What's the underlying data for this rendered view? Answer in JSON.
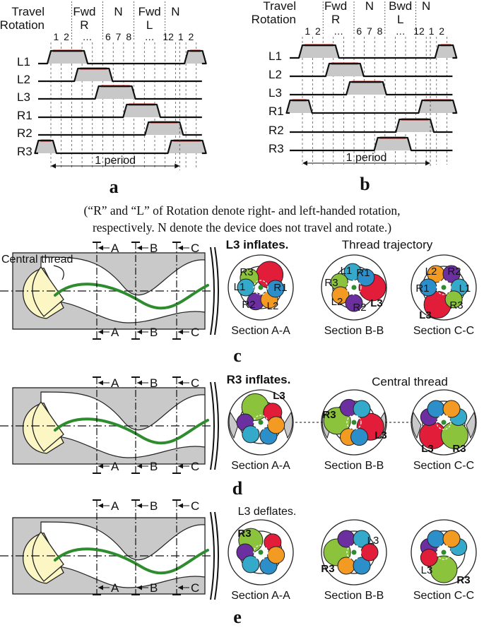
{
  "panel_a": {
    "header": {
      "travel_label": "Travel",
      "rotation_label": "Rotation",
      "phases": [
        {
          "travel": "Fwd",
          "rotation": "R"
        },
        {
          "travel": "N",
          "rotation": ""
        },
        {
          "travel": "Fwd",
          "rotation": "L"
        },
        {
          "travel": "N",
          "rotation": ""
        }
      ]
    },
    "steps": [
      "1",
      "2",
      "…",
      "6",
      "7",
      "8",
      "…",
      "12",
      "1",
      "2"
    ],
    "rows": [
      "L1",
      "L2",
      "L3",
      "R1",
      "R2",
      "R3"
    ],
    "period_label": "1 period",
    "panel_label": "a"
  },
  "panel_b": {
    "header": {
      "travel_label": "Travel",
      "rotation_label": "Rotation",
      "phases": [
        {
          "travel": "Fwd",
          "rotation": "R"
        },
        {
          "travel": "N",
          "rotation": ""
        },
        {
          "travel": "Bwd",
          "rotation": "L"
        },
        {
          "travel": "N",
          "rotation": ""
        }
      ]
    },
    "steps": [
      "1",
      "2",
      "…",
      "6",
      "7",
      "8",
      "…",
      "12",
      "1",
      "2"
    ],
    "rows": [
      "L1",
      "L2",
      "L3",
      "R1",
      "R2",
      "R3"
    ],
    "period_label": "1 period",
    "panel_label": "b"
  },
  "caption_lines": [
    "(“R” and “L” of Rotation denote right- and left-handed rotation,",
    "respectively. N denote the device does not travel and rotate.)"
  ],
  "section_markers": [
    "A",
    "B",
    "C"
  ],
  "panel_c": {
    "annotation_left": "Central thread",
    "annotation_top": "L3 inflates.",
    "annotation_right": "Thread trajectory",
    "sections": [
      "Section A-A",
      "Section B-B",
      "Section C-C"
    ],
    "panel_label": "c"
  },
  "panel_d": {
    "annotation_top": "R3 inflates.",
    "annotation_right": "Central thread",
    "sections": [
      "Section A-A",
      "Section B-B",
      "Section C-C"
    ],
    "panel_label": "d"
  },
  "panel_e": {
    "annotation_top": "L3 deflates.",
    "sections": [
      "Section A-A",
      "Section B-B",
      "Section C-C"
    ],
    "panel_label": "e"
  },
  "colors": {
    "inflated_marker": "#e0281e",
    "shade": "#c8c8c8",
    "thread": "#2e8b2e",
    "cap": "#fbf6c4",
    "channel_gray": "#c9c9c9",
    "L1": "#34a9c9",
    "L2": "#f29a22",
    "L3": "#e11d3a",
    "R1": "#2d8fc9",
    "R2": "#6b2fa0",
    "R3": "#8bc43c"
  }
}
